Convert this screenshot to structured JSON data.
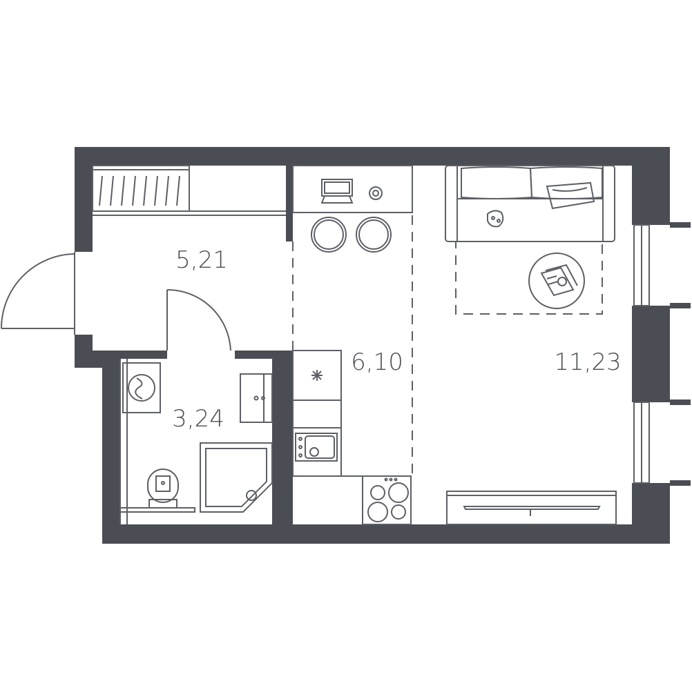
{
  "colors": {
    "wall": "#4b4d55",
    "line": "#5d5f66",
    "background": "#ffffff"
  },
  "rooms": [
    {
      "id": "hallway",
      "area": "5,21"
    },
    {
      "id": "kitchen",
      "area": "6,10"
    },
    {
      "id": "living-room",
      "area": "11,23"
    },
    {
      "id": "bathroom",
      "area": "3,24"
    }
  ],
  "icons": [
    "wardrobe-icon",
    "entrance-door-icon",
    "bathroom-door-icon",
    "washing-machine-icon",
    "washbasin-icon",
    "shower-tray-icon",
    "toilet-icon",
    "laptop-icon",
    "cup-icon",
    "chair-icon",
    "fridge-icon",
    "sink-icon",
    "cooktop-icon",
    "sofa-icon",
    "pillow-icon",
    "rug-icon",
    "coffee-table-icon",
    "tv-icon",
    "window-icon"
  ]
}
